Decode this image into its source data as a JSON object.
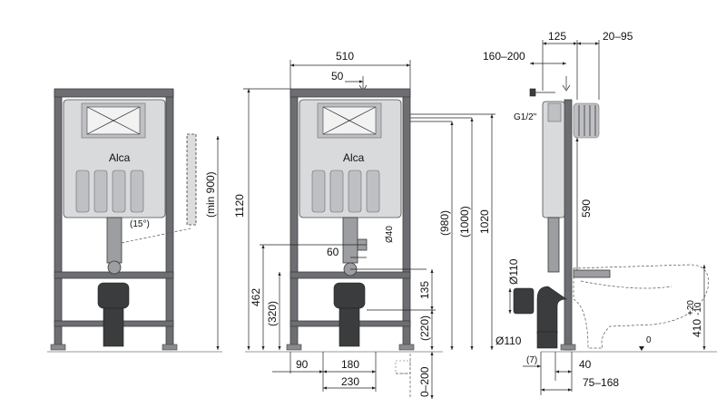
{
  "brand": {
    "logo_text": "Alca"
  },
  "dimensions": {
    "frame_width": "510",
    "top_offset": "50",
    "total_height": "1120",
    "min_height": "(min 900)",
    "angle": "(15°)",
    "h_980": "(980)",
    "h_1000": "(1000)",
    "h_1020": "1020",
    "h_462": "462",
    "h_320": "(320)",
    "h_220": "(220)",
    "h_135": "135",
    "d40": "Ø40",
    "w60": "60",
    "w90": "90",
    "w180": "180",
    "w230": "230",
    "range_0_200": "0–200",
    "depth_125": "125",
    "range_20_95": "20–95",
    "range_160_200": "160–200",
    "thread": "G1/2\"",
    "h590": "590",
    "d110_top": "Ø110",
    "d110_bottom": "Ø110",
    "gap7": "(7)",
    "w40": "40",
    "range_75_168": "75–168",
    "h410": "410",
    "tol_plus": "+20",
    "tol_minus": "-10",
    "zero": "0"
  }
}
